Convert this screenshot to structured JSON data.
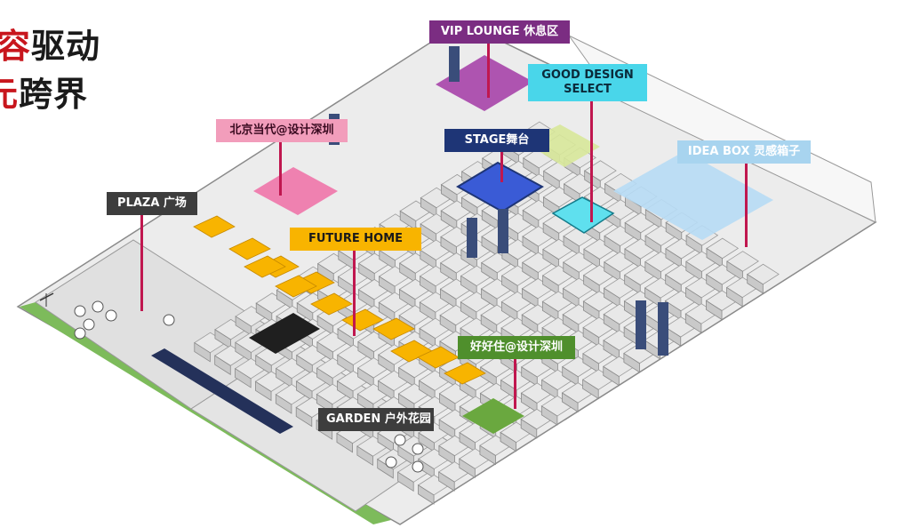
{
  "title": {
    "line1": {
      "text_a": "",
      "text_b": "容",
      "text_c": "驱动"
    },
    "line2": {
      "text_a": "",
      "text_b": "元",
      "text_c": "跨界"
    }
  },
  "zones": [
    {
      "id": "vip",
      "label": "VIP LOUNGE 休息区",
      "bg": "#7b2d82",
      "fg": "#ffffff"
    },
    {
      "id": "good-design",
      "label_line1": "GOOD DESIGN",
      "label_line2": "SELECT",
      "bg": "#49d6ea",
      "fg": "#0b2a3a"
    },
    {
      "id": "stage",
      "label": "STAGE舞台",
      "bg": "#1e3576",
      "fg": "#ffffff"
    },
    {
      "id": "beijing",
      "label": "北京当代@设计深圳",
      "bg": "#f29dbb",
      "fg": "#3a0a20"
    },
    {
      "id": "idea-box",
      "label": "IDEA BOX 灵感箱子",
      "bg": "#a8d4ef",
      "fg": "#ffffff"
    },
    {
      "id": "plaza",
      "label": "PLAZA 广场",
      "bg": "#3d3d3d",
      "fg": "#ffffff"
    },
    {
      "id": "future-home",
      "label": "FUTURE HOME",
      "bg": "#f8b400",
      "fg": "#1a1a1a"
    },
    {
      "id": "haohaozhu",
      "label": "好好住@设计深圳",
      "bg": "#4f8f2c",
      "fg": "#ffffff"
    },
    {
      "id": "garden",
      "label": "GARDEN 户外花园",
      "bg": "#3d3d3d",
      "fg": "#ffffff"
    }
  ],
  "colors": {
    "stem": "#c0174f",
    "floor": "#f2f2f2",
    "booth_wall": "#c9c9c9",
    "booth_top": "#e8e8e8",
    "orange_area": "#f8b400",
    "pink_area": "#f06fa6",
    "purple_area": "#a33aa6",
    "green_area": "#6aa83f",
    "blue_area": "#b7dcf5",
    "stage_blue": "#3a5bd6",
    "cyan_area": "#5fe0ee",
    "tower": "#3a4d7a",
    "grass": "#7dbb5b"
  }
}
